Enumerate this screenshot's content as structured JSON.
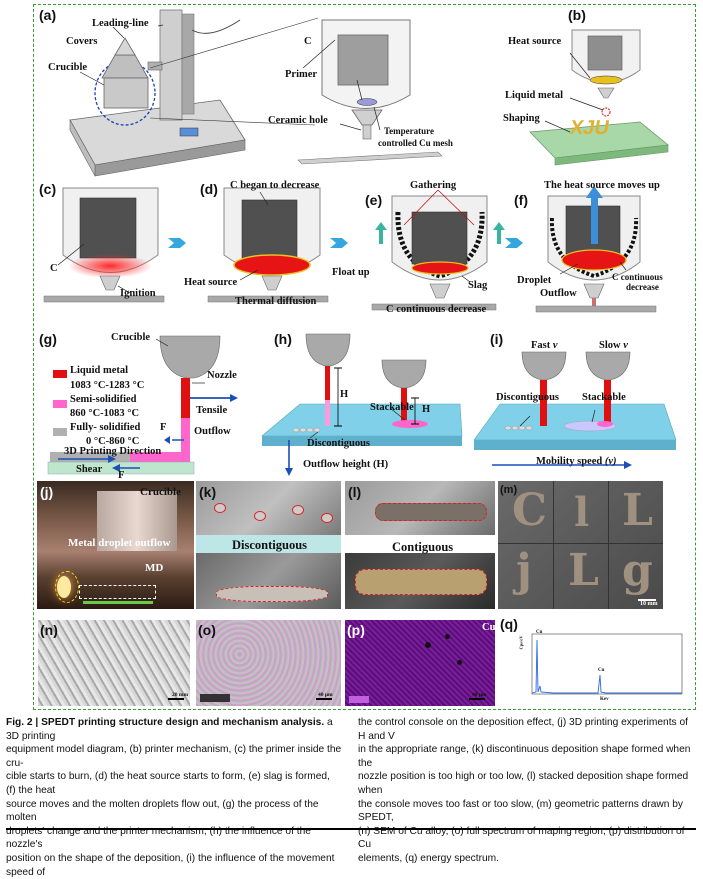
{
  "figure": {
    "panels": {
      "a": {
        "tag": "(a)",
        "labels": {
          "leading_line": "Leading-line",
          "covers": "Covers",
          "crucible": "Crucible",
          "c": "C",
          "primer": "Primer",
          "ceramic_hole": "Ceramic hole",
          "temp_cu_mesh_1": "Temperature",
          "temp_cu_mesh_2": "controlled Cu mesh"
        }
      },
      "b": {
        "tag": "(b)",
        "labels": {
          "heat_source": "Heat source",
          "liquid_metal": "Liquid metal",
          "shaping": "Shaping",
          "logo": "XJU"
        }
      },
      "c": {
        "tag": "(c)",
        "labels": {
          "c": "C",
          "ignition": "Ignition"
        }
      },
      "d": {
        "tag": "(d)",
        "labels": {
          "c_decrease": "C  began to decrease",
          "heat_source": "Heat source",
          "thermal_diffusion": "Thermal diffusion"
        }
      },
      "e": {
        "tag": "(e)",
        "labels": {
          "gathering": "Gathering",
          "float_up": "Float up",
          "slag": "Slag",
          "c_continuous": "C continuous decrease"
        }
      },
      "f": {
        "tag": "(f)",
        "labels": {
          "moves_up": "The heat source moves up",
          "droplet": "Droplet",
          "outflow": "Outflow",
          "c_cont_1": "C continuous",
          "c_cont_2": "decrease"
        }
      },
      "g": {
        "tag": "(g)",
        "labels": {
          "crucible": "Crucible",
          "nozzle": "Nozzle",
          "liquid_metal": "Liquid metal",
          "liquid_range": "1083 °C-1283 °C",
          "semi_solidified": "Semi-solidified",
          "semi_range": "860 °C-1083 °C",
          "fully_solidified": "Fully- solidified",
          "fully_range": "0 °C-860 °C",
          "direction": "3D Printing Direction",
          "tensile": "Tensile",
          "outflow": "Outflow",
          "f1": "F",
          "f2": "F",
          "shear": "Shear"
        }
      },
      "h": {
        "tag": "(h)",
        "labels": {
          "h1": "H",
          "h2": "H",
          "stackable": "Stackable",
          "discontiguous": "Discontiguous",
          "axis": "Outflow height (H)"
        }
      },
      "i": {
        "tag": "(i)",
        "labels": {
          "fast": "Fast ",
          "slow": "Slow ",
          "v": "v",
          "discontiguous": "Discontiguous",
          "stackable": "Stackable",
          "axis": "Mobility speed ",
          "axis_v": "(v)"
        }
      },
      "j": {
        "tag": "(j)",
        "labels": {
          "crucible": "Crucible",
          "outflow": "Metal droplet outflow",
          "md": "MD"
        }
      },
      "k": {
        "tag": "(k)",
        "labels": {
          "discontiguous": "Discontiguous"
        }
      },
      "l": {
        "tag": "(l)",
        "labels": {
          "contiguous": "Contiguous"
        }
      },
      "m": {
        "tag": "(m)",
        "labels": {
          "scale": "10 mm"
        }
      },
      "n": {
        "tag": "(n)",
        "labels": {
          "scale": "20 mm"
        }
      },
      "o": {
        "tag": "(o)",
        "labels": {
          "scale": "40 μm"
        }
      },
      "p": {
        "tag": "(p)",
        "labels": {
          "element": "Cu",
          "scale": "40 μm"
        }
      },
      "q": {
        "tag": "(q)",
        "labels": {
          "ylabel": "Cps/eV",
          "xlabel": "Kev",
          "peak1": "Cu",
          "peak2": "Cu"
        }
      }
    },
    "colors": {
      "frame": "#3a9a3a",
      "liquid": "#e01010",
      "semi": "#ff66cc",
      "solid": "#b0b0b0",
      "arrow": "#1a4fb5",
      "plate": "#7fd0e8"
    }
  },
  "caption": {
    "col1_lines": [
      {
        "b": "Fig. 2 | SPEDT printing structure design and mechanism analysis.",
        "t": " a 3D printing"
      },
      {
        "b": "",
        "t": "equipment model diagram, (b) printer mechanism, (c) the primer inside the cru-"
      },
      {
        "b": "",
        "t": "cible starts to burn, (d) the heat source starts to form, (e) slag is formed, (f) the heat"
      },
      {
        "b": "",
        "t": "source moves and the molten droplets flow out, (g) the process of the molten"
      },
      {
        "b": "",
        "t": "droplets' change and the printer mechanism, (h) the influence of the nozzle's"
      },
      {
        "b": "",
        "t": "position on the shape of the deposition, (i) the influence of the movement speed of"
      }
    ],
    "col2_lines": [
      "the control console on the deposition effect, (j) 3D printing experiments of H and V",
      "in the appropriate range, (k) discontinuous deposition shape formed when the",
      "nozzle position is too high or too low, (l) stacked deposition shape formed when",
      "the console moves too fast or too slow, (m) geometric patterns drawn by SPEDT,",
      "(n) SEM of Cu alloy, (o) full spectrum of maping region, (p) distribution of Cu",
      "elements, (q) energy spectrum."
    ]
  }
}
